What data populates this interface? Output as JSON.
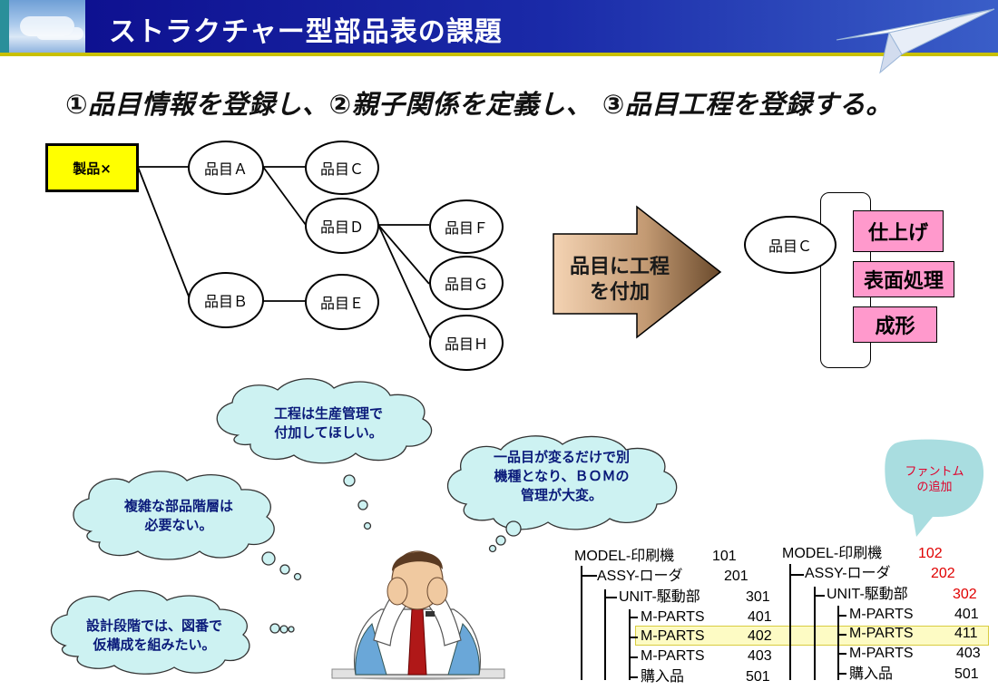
{
  "header": {
    "title": "ストラクチャー型部品表の課題"
  },
  "subtitle": "①品目情報を登録し、②親子関係を定義し、 ③品目工程を登録する。",
  "nodes": {
    "product": "製品×",
    "a": "品目Ａ",
    "b": "品目Ｂ",
    "c": "品目Ｃ",
    "d": "品目Ｄ",
    "e": "品目Ｅ",
    "f": "品目Ｆ",
    "g": "品目Ｇ",
    "h": "品目Ｈ"
  },
  "arrow": {
    "line1": "品目に工程",
    "line2": "を付加"
  },
  "process": {
    "item": "品目Ｃ",
    "steps": [
      "仕上げ",
      "表面処理",
      "成形"
    ]
  },
  "thoughts": {
    "production_line1": "工程は生産管理で",
    "production_line2": "付加してほしい。",
    "bom_line1": "一品目が変るだけで別",
    "bom_line2": "機種となり、ＢＯＭの",
    "bom_line3": "管理が大変。",
    "hierarchy_line1": "複雑な部品階層は",
    "hierarchy_line2": "必要ない。",
    "design_line1": "設計段階では、図番で",
    "design_line2": "仮構成を組みたい。"
  },
  "phantom": {
    "line1": "ファントム",
    "line2": "の追加"
  },
  "bom_left": [
    {
      "label": "MODEL-印刷機",
      "num": "101"
    },
    {
      "label": "ASSY-ローダ",
      "num": "201"
    },
    {
      "label": "UNIT-駆動部",
      "num": "301"
    },
    {
      "label": "M-PARTS",
      "num": "401"
    },
    {
      "label": "M-PARTS",
      "num": "402"
    },
    {
      "label": "M-PARTS",
      "num": "403"
    },
    {
      "label": "購入品",
      "num": "501"
    }
  ],
  "bom_right": [
    {
      "label": "MODEL-印刷機",
      "num": "102"
    },
    {
      "label": "ASSY-ローダ",
      "num": "202"
    },
    {
      "label": "UNIT-駆動部",
      "num": "302"
    },
    {
      "label": "M-PARTS",
      "num": "401"
    },
    {
      "label": "M-PARTS",
      "num": "411"
    },
    {
      "label": "M-PARTS",
      "num": "403"
    },
    {
      "label": "購入品",
      "num": "501"
    }
  ],
  "colors": {
    "header": "#0c0c8c",
    "product_fill": "#ffff00",
    "process_fill": "#ff99cc",
    "cloud_fill": "#cdf2f2",
    "changed_number": "#e00000"
  }
}
